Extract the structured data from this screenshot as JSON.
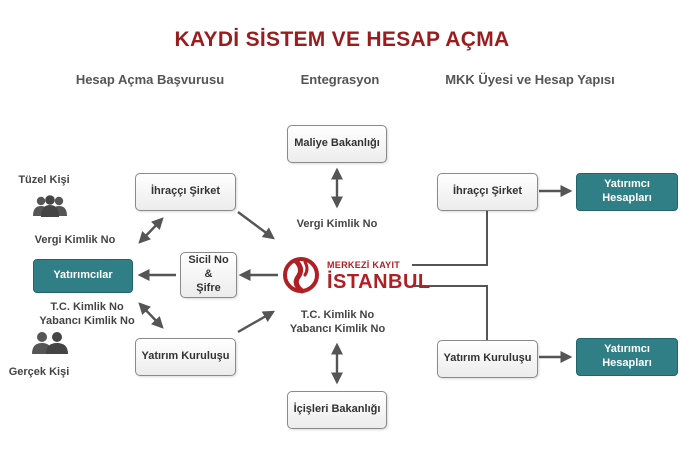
{
  "title": "KAYDİ SİSTEM VE HESAP AÇMA",
  "columns": {
    "left": "Hesap Açma Başvurusu",
    "middle": "Entegrasyon",
    "right": "MKK Üyesi ve Hesap Yapısı"
  },
  "left": {
    "tuzel_label": "Tüzel Kişi",
    "vergi_label": "Vergi Kimlik No",
    "yatirimcilar": "Yatırımcılar",
    "tc_label": "T.C. Kimlik No",
    "yabanci_label": "Yabancı Kimlik No",
    "gercek_label": "Gerçek Kişi",
    "ihracci": "İhraççı Şirket",
    "kurulus": "Yatırım Kuruluşu",
    "sicil_line1": "Sicil No",
    "sicil_line2": "&",
    "sicil_line3": "Şifre"
  },
  "middle": {
    "maliye": "Maliye Bakanlığı",
    "vergi_label": "Vergi Kimlik No",
    "logo_top": "MERKEZİ KAYIT",
    "logo_bottom": "İSTANBUL",
    "tc_label": "T.C. Kimlik No",
    "yabanci_label": "Yabancı Kimlik No",
    "icisleri": "İçişleri Bakanlığı"
  },
  "right": {
    "ihracci": "İhraççı Şirket",
    "kurulus": "Yatırım Kuruluşu",
    "hesap1_line1": "Yatırımcı",
    "hesap1_line2": "Hesapları",
    "hesap2_line1": "Yatırımcı",
    "hesap2_line2": "Hesapları"
  },
  "colors": {
    "title": "#9b1c1f",
    "teal": "#317f86",
    "brand_red": "#b01f24",
    "arrow": "#555555"
  }
}
